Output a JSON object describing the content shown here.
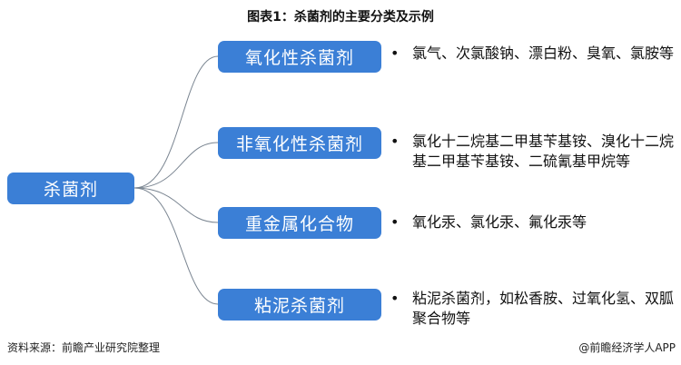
{
  "title": "图表1：杀菌剂的主要分类及示例",
  "root": "杀菌剂",
  "branches": [
    {
      "label": "氧化性杀菌剂",
      "desc": "氯气、次氯酸钠、漂白粉、臭氧、氯胺等"
    },
    {
      "label": "非氧化性杀菌剂",
      "desc": "氯化十二烷基二甲基苄基铵、溴化十二烷基二甲基苄基铵、二硫氰基甲烷等"
    },
    {
      "label": "重金属化合物",
      "desc": "氧化汞、氯化汞、氟化汞等"
    },
    {
      "label": "粘泥杀菌剂",
      "desc": "粘泥杀菌剂，如松香胺、过氧化氢、双胍聚合物等"
    }
  ],
  "bullet": "•",
  "source": "资料来源：前瞻产业研究院整理",
  "credit": "@前瞻经济学人APP",
  "accent": "#3b7fd6"
}
